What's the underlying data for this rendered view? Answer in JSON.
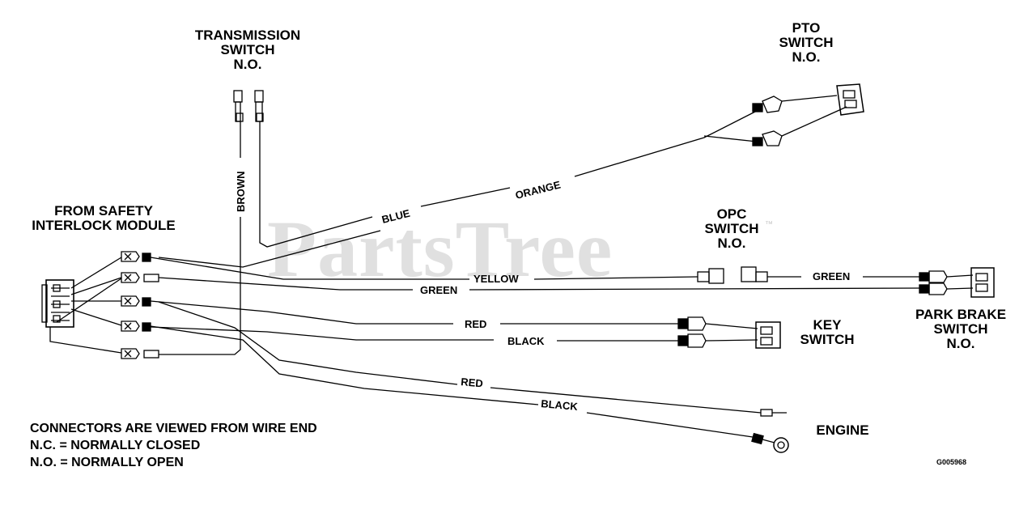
{
  "labels": {
    "transmission_switch": [
      "TRANSMISSION",
      "SWITCH",
      "N.O."
    ],
    "pto_switch": [
      "PTO",
      "SWITCH",
      "N.O."
    ],
    "safety_module": [
      "FROM SAFETY",
      "INTERLOCK MODULE"
    ],
    "opc_switch": [
      "OPC",
      "SWITCH",
      "N.O."
    ],
    "park_brake_switch": [
      "PARK BRAKE",
      "SWITCH",
      "N.O."
    ],
    "key_switch": [
      "KEY",
      "SWITCH"
    ],
    "engine": "ENGINE"
  },
  "wires": {
    "brown": "BROWN",
    "blue": "BLUE",
    "orange": "ORANGE",
    "yellow": "YELLOW",
    "green_top": "GREEN",
    "green_mid": "GREEN",
    "red_key": "RED",
    "black_key": "BLACK",
    "red_engine": "RED",
    "black_engine": "BLACK"
  },
  "notes": [
    "CONNECTORS ARE VIEWED FROM WIRE END",
    "N.C. = NORMALLY CLOSED",
    "N.O. = NORMALLY OPEN"
  ],
  "drawing_code": "G005968",
  "watermark": "PartsTree",
  "watermark_mark": "™"
}
